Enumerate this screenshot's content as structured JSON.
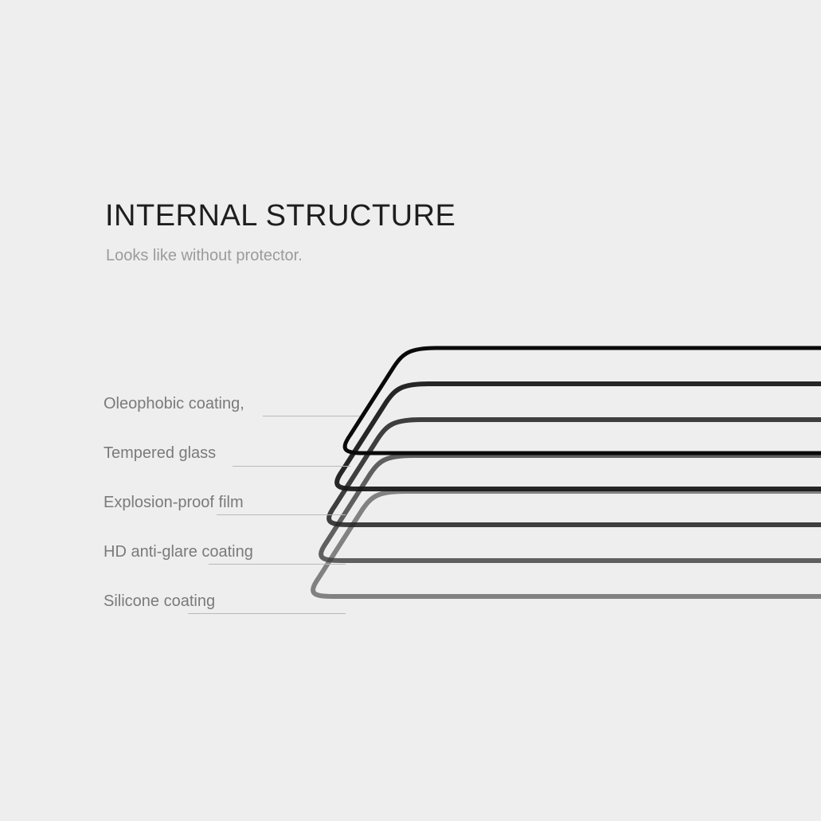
{
  "header": {
    "title": "INTERNAL STRUCTURE",
    "subtitle": "Looks like without protector."
  },
  "layers": [
    {
      "label": "Oleophobic coating,",
      "color": "#0a0a0a"
    },
    {
      "label": "Tempered glass",
      "color": "#1a1a1a"
    },
    {
      "label": "Explosion-proof film",
      "color": "#262626"
    },
    {
      "label": "HD anti-glare coating",
      "color": "#404040"
    },
    {
      "label": "Silicone coating",
      "color": "#5e5e5e"
    }
  ],
  "colors": {
    "background": "#eeeeee",
    "title": "#1e1e1e",
    "subtitle": "#9b9b9b",
    "label": "#7a7a7a",
    "leader": "#b9b9b9"
  }
}
